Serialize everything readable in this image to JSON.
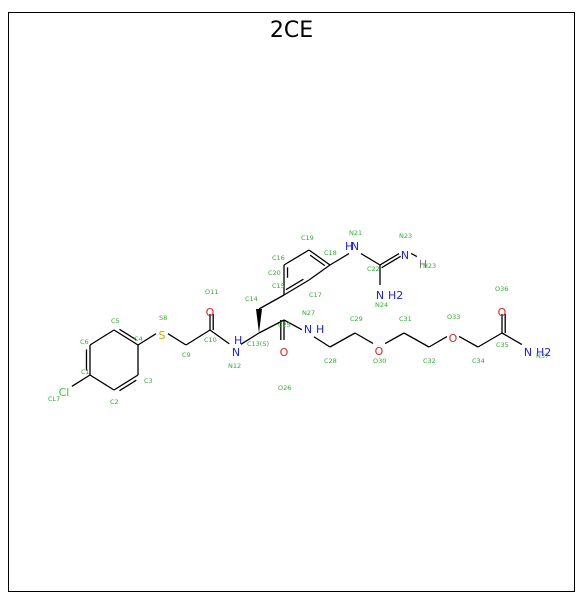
{
  "title": "2CE",
  "colors": {
    "nitrogen": "#2222dd",
    "oxygen": "#dd2222",
    "sulfur": "#ccaa00",
    "chlorine": "#33cc33",
    "label": "#33aa33",
    "hydrogen": "#777777",
    "bond": "#000000"
  },
  "atoms": [
    {
      "id": "cl7",
      "sym": "Cl",
      "color": "chlorine",
      "label": "CL7"
    },
    {
      "id": "c1",
      "label": "C1"
    },
    {
      "id": "c2",
      "label": "C2"
    },
    {
      "id": "c3",
      "label": "C3"
    },
    {
      "id": "c4",
      "label": "C4"
    },
    {
      "id": "c5",
      "label": "C5"
    },
    {
      "id": "c6",
      "label": "C6"
    },
    {
      "id": "s8",
      "sym": "S",
      "color": "sulfur",
      "label": "S8"
    },
    {
      "id": "c9",
      "label": "C9"
    },
    {
      "id": "c10",
      "label": "C10"
    },
    {
      "id": "o11",
      "sym": "O",
      "color": "oxygen",
      "label": "O11"
    },
    {
      "id": "n12",
      "sym": "N",
      "sub": "H",
      "color": "nitrogen",
      "label": "N12"
    },
    {
      "id": "c13",
      "label": "C13(S)"
    },
    {
      "id": "c14",
      "label": "C14"
    },
    {
      "id": "c15",
      "label": "C15"
    },
    {
      "id": "c16",
      "label": "C16"
    },
    {
      "id": "c17",
      "label": "C17"
    },
    {
      "id": "c18",
      "label": "C18"
    },
    {
      "id": "c19",
      "label": "C19"
    },
    {
      "id": "c20",
      "label": "C20"
    },
    {
      "id": "n21",
      "sym": "N",
      "sub": "H",
      "color": "nitrogen",
      "label": "N21"
    },
    {
      "id": "c22",
      "label": "C22"
    },
    {
      "id": "n23",
      "sym": "N",
      "color": "nitrogen",
      "label": "N23"
    },
    {
      "id": "h23",
      "sym": "H",
      "color": "hydrogen",
      "label": "H23"
    },
    {
      "id": "n24",
      "sym": "N",
      "sub": "H2",
      "color": "nitrogen",
      "label": "N24"
    },
    {
      "id": "c25",
      "label": "C25"
    },
    {
      "id": "o26",
      "sym": "O",
      "color": "oxygen",
      "label": "O26"
    },
    {
      "id": "n27",
      "sym": "N",
      "sub": "H",
      "color": "nitrogen",
      "label": "N27"
    },
    {
      "id": "c28",
      "label": "C28"
    },
    {
      "id": "c29",
      "label": "C29"
    },
    {
      "id": "o30",
      "sym": "O",
      "color": "oxygen",
      "label": "O30"
    },
    {
      "id": "c31",
      "label": "C31"
    },
    {
      "id": "c32",
      "label": "C32"
    },
    {
      "id": "o33",
      "sym": "O",
      "color": "oxygen",
      "label": "O33"
    },
    {
      "id": "c34",
      "label": "C34"
    },
    {
      "id": "c35",
      "label": "C35"
    },
    {
      "id": "o36",
      "sym": "O",
      "color": "oxygen",
      "label": "O36"
    },
    {
      "id": "n37",
      "sym": "N",
      "sub": "H2",
      "color": "nitrogen",
      "label": "N37"
    }
  ]
}
